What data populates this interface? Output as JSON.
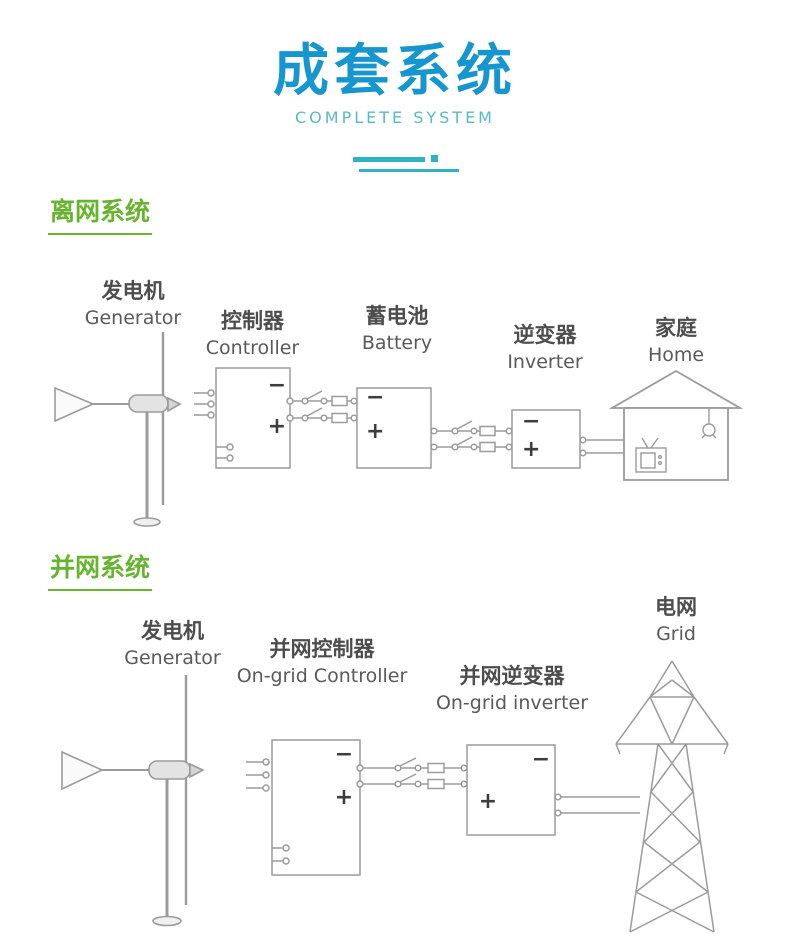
{
  "header": {
    "title": "成套系统",
    "subtitle": "COMPLETE SYSTEM"
  },
  "colors": {
    "title_blue": "#1696ce",
    "subtitle_teal": "#57bac7",
    "divider_teal": "#2cb3c6",
    "section_green": "#67b42e",
    "diagram_line": "#9b9b9b"
  },
  "sections": [
    {
      "title": "离网系统",
      "components": [
        {
          "zh": "发电机",
          "en": "Generator"
        },
        {
          "zh": "控制器",
          "en": "Controller"
        },
        {
          "zh": "蓄电池",
          "en": "Battery"
        },
        {
          "zh": "逆变器",
          "en": "Inverter"
        },
        {
          "zh": "家庭",
          "en": "Home"
        }
      ]
    },
    {
      "title": "并网系统",
      "components": [
        {
          "zh": "发电机",
          "en": "Generator"
        },
        {
          "zh": "并网控制器",
          "en": "On-grid Controller"
        },
        {
          "zh": "并网逆变器",
          "en": "On-grid inverter"
        },
        {
          "zh": "电网",
          "en": "Grid"
        }
      ]
    }
  ],
  "symbols": {
    "minus": "−",
    "plus": "+"
  }
}
